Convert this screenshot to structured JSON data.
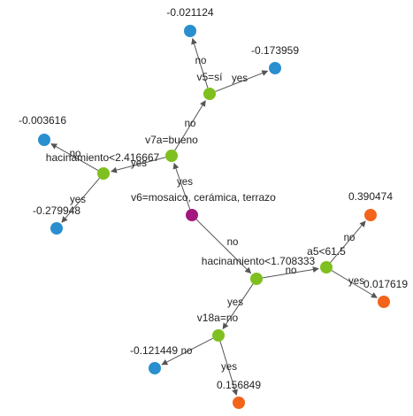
{
  "colors": {
    "root": "#a2177e",
    "split": "#7fbf1f",
    "leaf_negative": "#2a8fce",
    "leaf_positive": "#f26419",
    "edge": "#555555"
  },
  "nodes": {
    "root": {
      "label": "v6=mosaico, cerámica, terrazo",
      "kind": "root"
    },
    "v7a": {
      "label": "v7a=bueno",
      "kind": "split"
    },
    "v5": {
      "label": "v5=sí",
      "kind": "split"
    },
    "hac1": {
      "label": "hacinamiento<2.416667",
      "kind": "split"
    },
    "hac2": {
      "label": "hacinamiento<1.708333",
      "kind": "split"
    },
    "a5": {
      "label": "a5<61.5",
      "kind": "split"
    },
    "v18a": {
      "label": "v18a=no",
      "kind": "split"
    },
    "leaf_v5_no": {
      "label": "-0.021124",
      "kind": "leaf_negative"
    },
    "leaf_v5_yes": {
      "label": "-0.173959",
      "kind": "leaf_negative"
    },
    "leaf_hac1_no": {
      "label": "-0.003616",
      "kind": "leaf_negative"
    },
    "leaf_hac1_yes": {
      "label": "-0.279948",
      "kind": "leaf_negative"
    },
    "leaf_a5_no": {
      "label": "0.390474",
      "kind": "leaf_positive"
    },
    "leaf_a5_yes": {
      "label": "0.017619",
      "kind": "leaf_positive"
    },
    "leaf_v18a_no": {
      "label": "-0.121449",
      "kind": "leaf_negative"
    },
    "leaf_v18a_yes": {
      "label": "0.156849",
      "kind": "leaf_positive"
    }
  },
  "edges": [
    {
      "from": "root",
      "to": "v7a",
      "label": "yes"
    },
    {
      "from": "root",
      "to": "hac2",
      "label": "no"
    },
    {
      "from": "v7a",
      "to": "v5",
      "label": "no"
    },
    {
      "from": "v7a",
      "to": "hac1",
      "label": "yes"
    },
    {
      "from": "v5",
      "to": "leaf_v5_no",
      "label": "no"
    },
    {
      "from": "v5",
      "to": "leaf_v5_yes",
      "label": "yes"
    },
    {
      "from": "hac1",
      "to": "leaf_hac1_no",
      "label": "no"
    },
    {
      "from": "hac1",
      "to": "leaf_hac1_yes",
      "label": "yes"
    },
    {
      "from": "hac2",
      "to": "a5",
      "label": "no"
    },
    {
      "from": "hac2",
      "to": "v18a",
      "label": "yes"
    },
    {
      "from": "a5",
      "to": "leaf_a5_no",
      "label": "no"
    },
    {
      "from": "a5",
      "to": "leaf_a5_yes",
      "label": "yes"
    },
    {
      "from": "v18a",
      "to": "leaf_v18a_no",
      "label": "no"
    },
    {
      "from": "v18a",
      "to": "leaf_v18a_yes",
      "label": "yes"
    }
  ]
}
